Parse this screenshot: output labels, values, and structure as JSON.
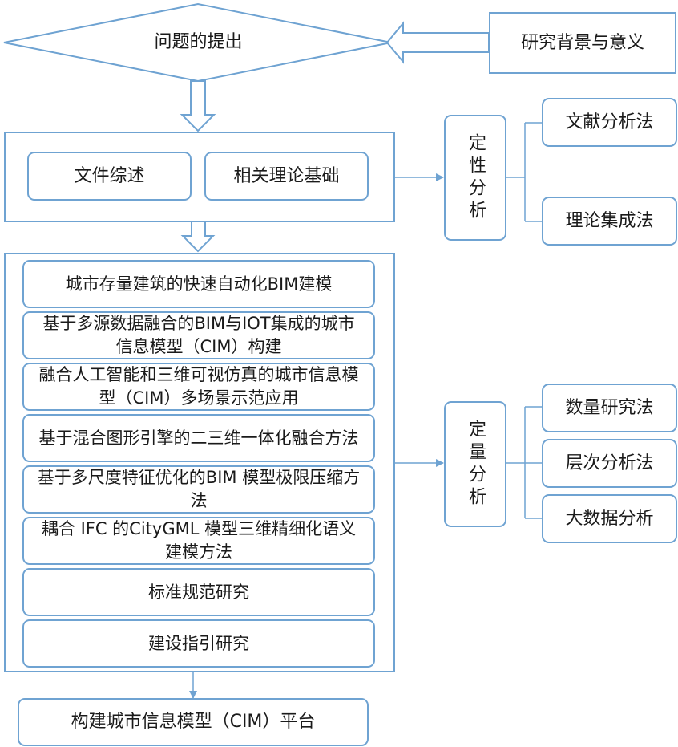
{
  "top": {
    "problem": "问题的提出",
    "background": "研究背景与意义"
  },
  "qual": {
    "items": [
      "文件综述",
      "相关理论基础"
    ],
    "label": "定性分析",
    "methods": [
      "文献分析法",
      "理论集成法"
    ]
  },
  "quant": {
    "items": [
      "城市存量建筑的快速自动化BIM建模",
      "基于多源数据融合的BIM与IOT集成的城市信息模型（CIM）构建",
      "融合人工智能和三维可视仿真的城市信息模型（CIM）多场景示范应用",
      "基于混合图形引擎的二三维一体化融合方法",
      "基于多尺度特征优化的BIM 模型极限压缩方法",
      "耦合 IFC 的CityGML 模型三维精细化语义建模方法",
      "标准规范研究",
      "建设指引研究"
    ],
    "label": "定量分析",
    "methods": [
      "数量研究法",
      "层次分析法",
      "大数据分析"
    ]
  },
  "bottom": {
    "platform": "构建城市信息模型（CIM）平台"
  },
  "colors": {
    "stroke": "#6fa3d2",
    "text": "#1a1a1a",
    "bg": "#ffffff"
  }
}
